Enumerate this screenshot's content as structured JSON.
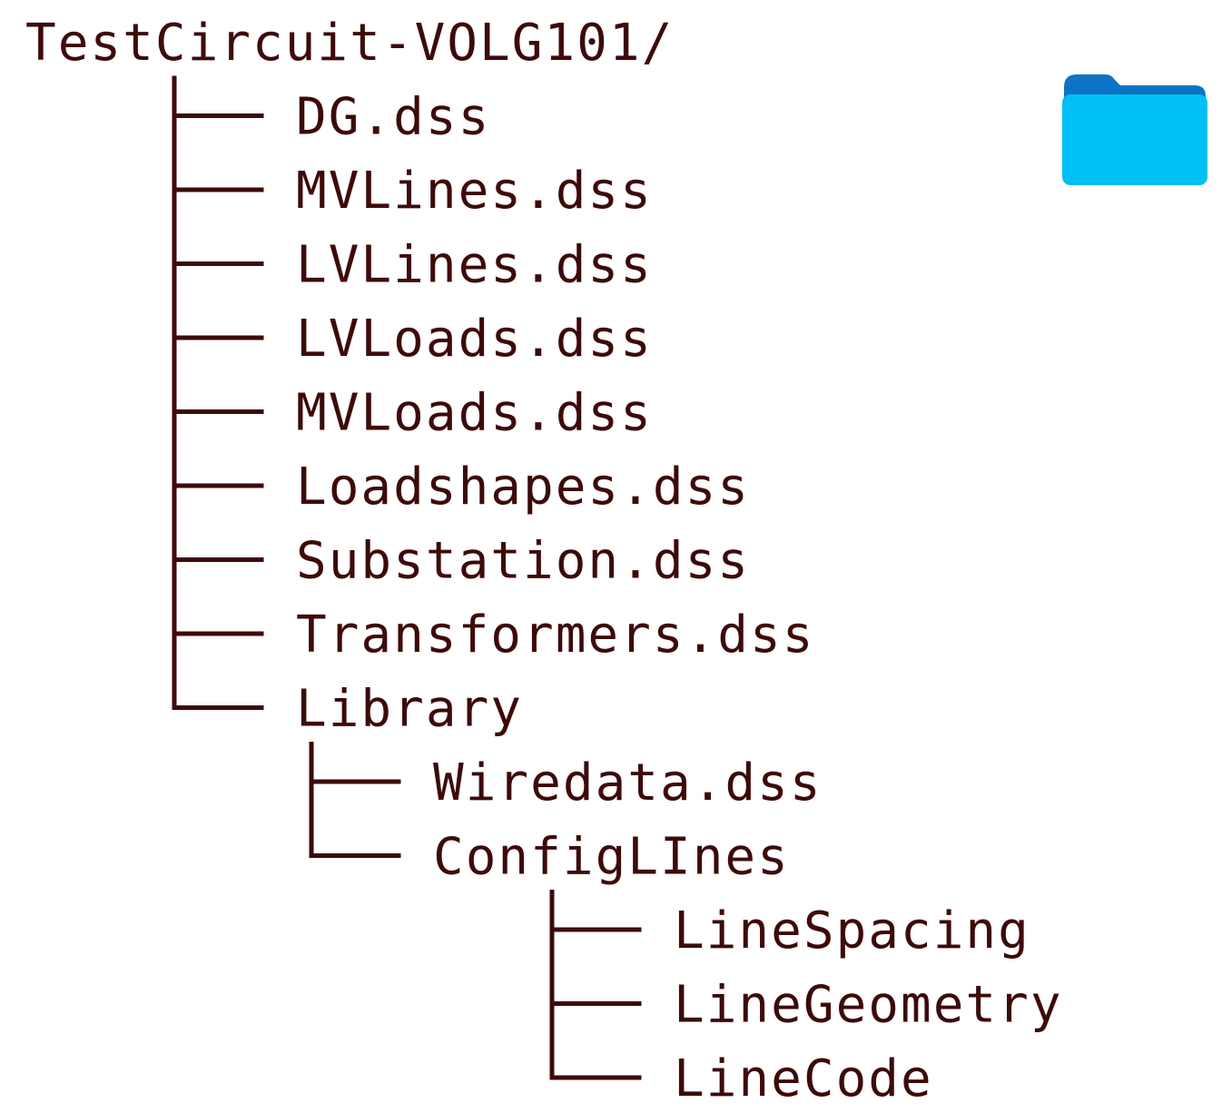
{
  "colors": {
    "text": "#3d0a0a",
    "line": "#3d0a0a",
    "folder_back": "#0e73c4",
    "folder_front": "#00bff5"
  },
  "icon": "folder-icon",
  "tree": {
    "root": "TestCircuit-VOLG101/",
    "children": [
      {
        "label": "DG.dss"
      },
      {
        "label": "MVLines.dss"
      },
      {
        "label": "LVLines.dss"
      },
      {
        "label": "LVLoads.dss"
      },
      {
        "label": "MVLoads.dss"
      },
      {
        "label": "Loadshapes.dss"
      },
      {
        "label": "Substation.dss"
      },
      {
        "label": "Transformers.dss"
      },
      {
        "label": "Library",
        "children": [
          {
            "label": "Wiredata.dss"
          },
          {
            "label": "ConfigLInes",
            "children": [
              {
                "label": "LineSpacing"
              },
              {
                "label": "LineGeometry"
              },
              {
                "label": "LineCode"
              }
            ]
          }
        ]
      }
    ]
  }
}
